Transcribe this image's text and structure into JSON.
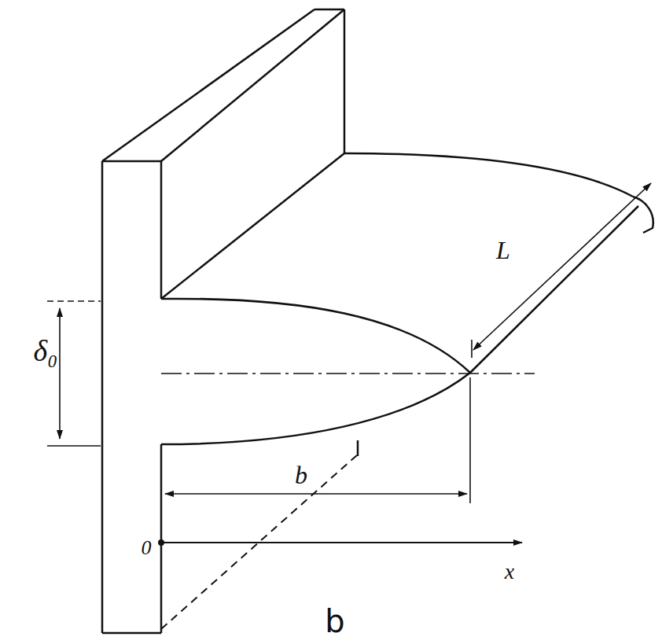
{
  "diagram": {
    "caption": "b",
    "labels": [
      "δ₀",
      "b",
      "L",
      "0",
      "x"
    ]
  }
}
